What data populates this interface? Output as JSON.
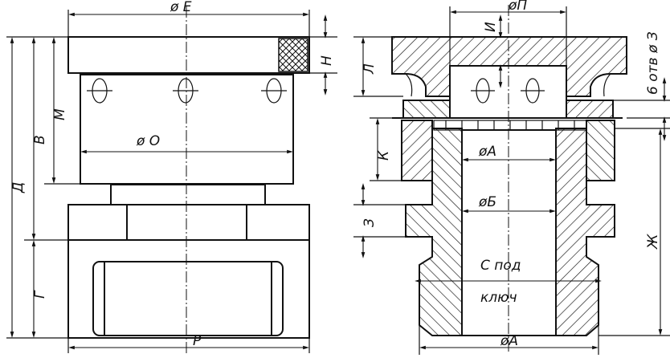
{
  "left_view": {
    "dim_diameter_E": "ø E",
    "dim_diameter_O": "ø O",
    "dim_H": "Н",
    "dim_M": "М",
    "dim_B": "В",
    "dim_D": "Д",
    "dim_G": "Г",
    "dim_R": "Р"
  },
  "right_view": {
    "dim_diameter_P": "øП",
    "dim_I": "И",
    "dim_L": "Л",
    "dim_holes": "6 отв ø З",
    "dim_K": "К",
    "dim_Z": "З",
    "dim_Zh": "Ж",
    "dim_diameter_A_inner": "øА",
    "dim_diameter_B": "øБ",
    "dim_diameter_A_bottom": "øА",
    "note_wrench_line1": "С под",
    "note_wrench_line2": "ключ"
  }
}
